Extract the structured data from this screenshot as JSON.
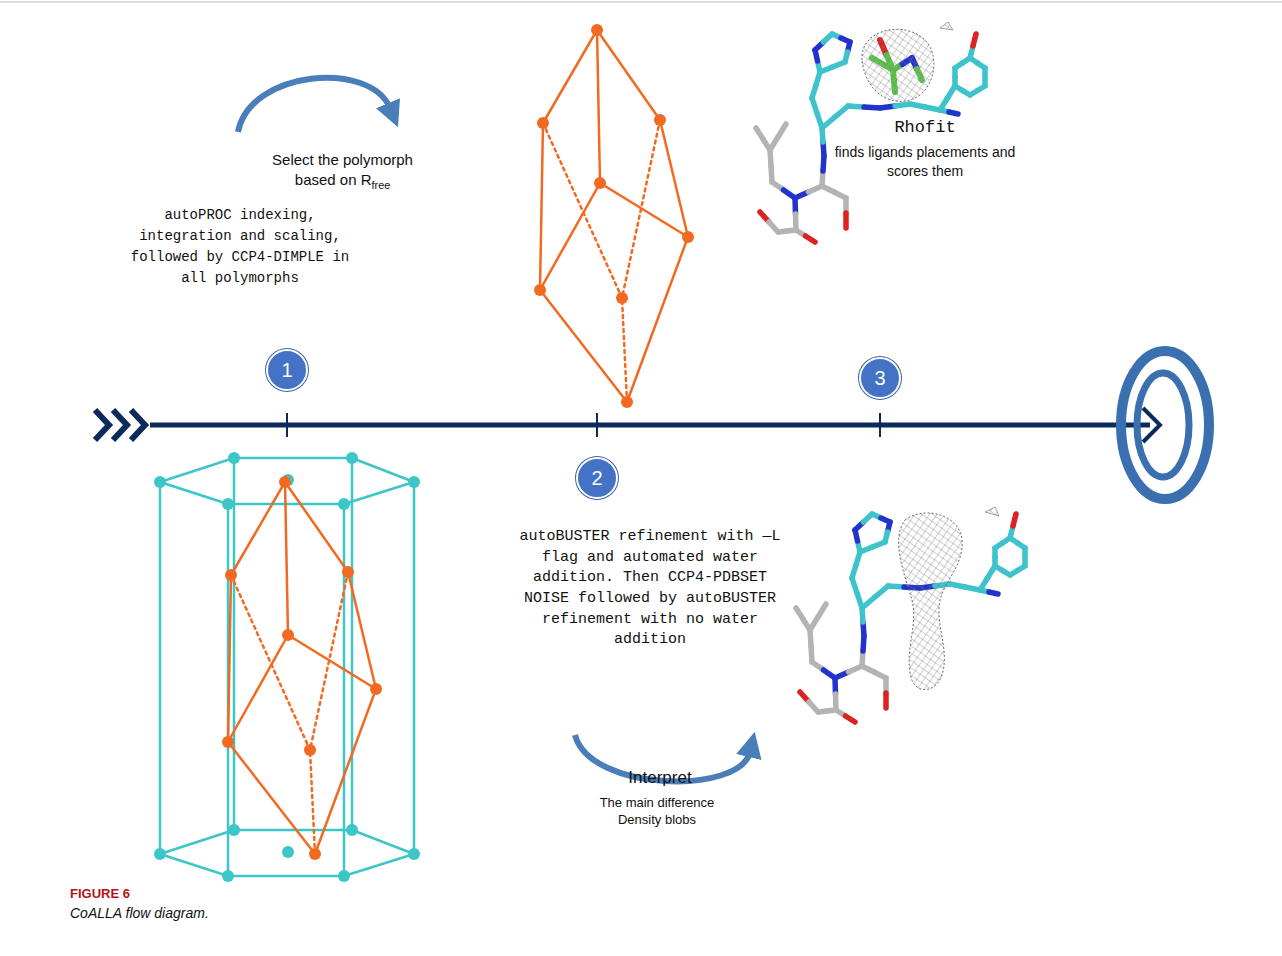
{
  "diagram": {
    "caption": "CoALLA flow diagram.",
    "nodes": [
      {
        "text": [
          "1"
        ]
      },
      {
        "text": [
          "2"
        ]
      },
      {
        "text": [
          "3"
        ]
      }
    ],
    "labels": [
      "Select the polymorph based on R",
      "free",
      "autoPROC indexing, integration and scaling, followed by CCP4-DIMPLE in all polymorphs",
      "Rhofit",
      "finds ligands placements and scores them",
      "autoBUSTER refinement with —L flag and automated water addition. Then CCP4-PDBSET NOISE followed by autoBUSTER refinement with no water addition",
      "Interpret",
      "The main difference Density blobs",
      "FIGURE 6"
    ]
  }
}
